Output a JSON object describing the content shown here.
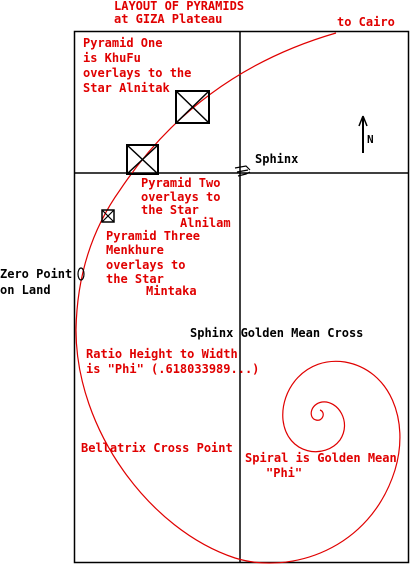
{
  "title": {
    "line1": "LAYOUT OF PYRAMIDS",
    "line2": "at GIZA Plateau"
  },
  "labels": {
    "to_cairo": "to Cairo",
    "north": "N",
    "sphinx": "Sphinx",
    "pyramid_one": [
      "Pyramid One",
      "is KhuFu",
      "overlays to the",
      "Star Alnitak"
    ],
    "pyramid_two": [
      "Pyramid Two",
      "overlays to",
      "the Star",
      "Alnilam"
    ],
    "pyramid_three": [
      "Pyramid Three",
      "Menkhure",
      "overlays to",
      "the Star",
      "Mintaka"
    ],
    "zero_point": [
      "Zero Point",
      "on Land"
    ],
    "golden_mean_cross": "Sphinx Golden Mean Cross",
    "ratio": [
      "Ratio Height to Width",
      "is \"Phi\" (.618033989...)"
    ],
    "bellatrix": "Bellatrix Cross Point",
    "spiral": [
      "Spiral is Golden Mean",
      "\"Phi\""
    ]
  },
  "colors": {
    "red": "#e00000",
    "black": "#000000"
  }
}
